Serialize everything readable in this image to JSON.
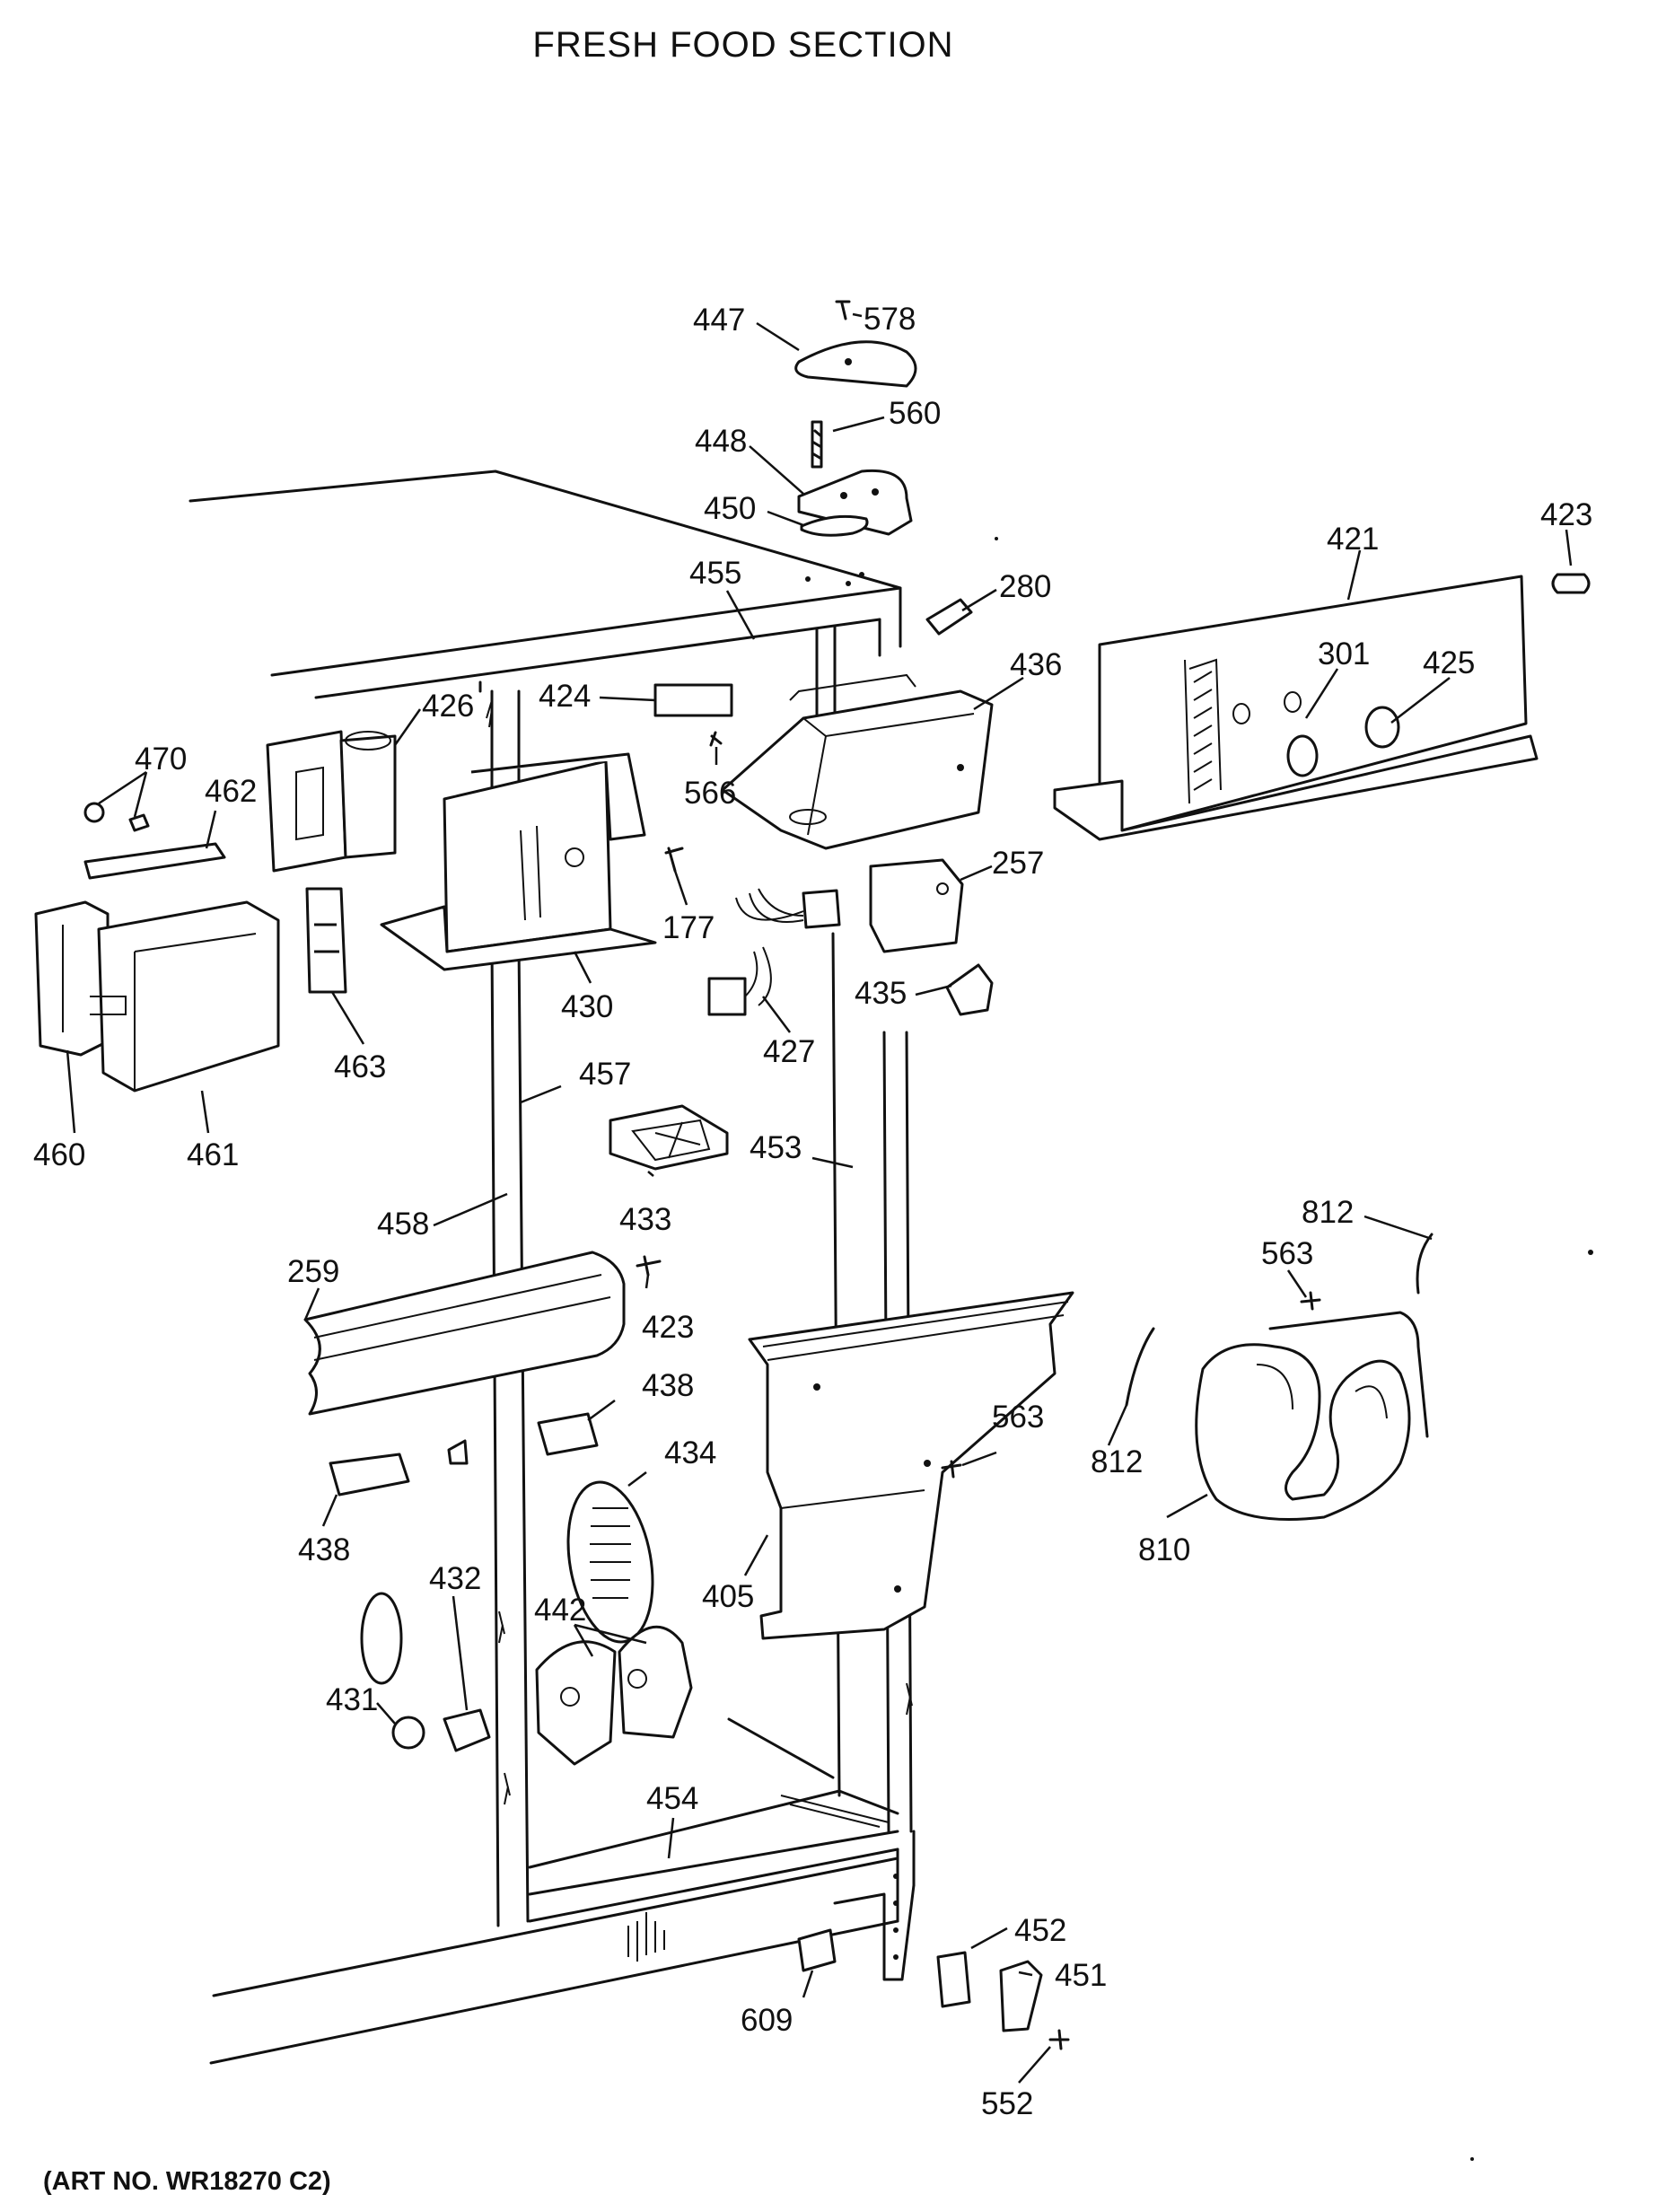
{
  "title": "FRESH FOOD SECTION",
  "art_number": "(ART NO. WR18270 C2)",
  "callouts": [
    {
      "id": "c578",
      "label": "578"
    },
    {
      "id": "c447",
      "label": "447"
    },
    {
      "id": "c560",
      "label": "560"
    },
    {
      "id": "c448",
      "label": "448"
    },
    {
      "id": "c450",
      "label": "450"
    },
    {
      "id": "c423a",
      "label": "423"
    },
    {
      "id": "c421",
      "label": "421"
    },
    {
      "id": "c455",
      "label": "455"
    },
    {
      "id": "c280",
      "label": "280"
    },
    {
      "id": "c436",
      "label": "436"
    },
    {
      "id": "c301",
      "label": "301"
    },
    {
      "id": "c425",
      "label": "425"
    },
    {
      "id": "c424",
      "label": "424"
    },
    {
      "id": "c426",
      "label": "426"
    },
    {
      "id": "c470",
      "label": "470"
    },
    {
      "id": "c566",
      "label": "566"
    },
    {
      "id": "c462",
      "label": "462"
    },
    {
      "id": "c257",
      "label": "257"
    },
    {
      "id": "c177",
      "label": "177"
    },
    {
      "id": "c435",
      "label": "435"
    },
    {
      "id": "c430",
      "label": "430"
    },
    {
      "id": "c427",
      "label": "427"
    },
    {
      "id": "c463",
      "label": "463"
    },
    {
      "id": "c457",
      "label": "457"
    },
    {
      "id": "c460",
      "label": "460"
    },
    {
      "id": "c461",
      "label": "461"
    },
    {
      "id": "c453",
      "label": "453"
    },
    {
      "id": "c812a",
      "label": "812"
    },
    {
      "id": "c433",
      "label": "433"
    },
    {
      "id": "c458",
      "label": "458"
    },
    {
      "id": "c563a",
      "label": "563"
    },
    {
      "id": "c259",
      "label": "259"
    },
    {
      "id": "c423b",
      "label": "423"
    },
    {
      "id": "c438a",
      "label": "438"
    },
    {
      "id": "c563b",
      "label": "563"
    },
    {
      "id": "c812b",
      "label": "812"
    },
    {
      "id": "c434",
      "label": "434"
    },
    {
      "id": "c405",
      "label": "405"
    },
    {
      "id": "c810",
      "label": "810"
    },
    {
      "id": "c438b",
      "label": "438"
    },
    {
      "id": "c432",
      "label": "432"
    },
    {
      "id": "c442",
      "label": "442"
    },
    {
      "id": "c431",
      "label": "431"
    },
    {
      "id": "c454",
      "label": "454"
    },
    {
      "id": "c452",
      "label": "452"
    },
    {
      "id": "c451",
      "label": "451"
    },
    {
      "id": "c609",
      "label": "609"
    },
    {
      "id": "c552",
      "label": "552"
    }
  ]
}
